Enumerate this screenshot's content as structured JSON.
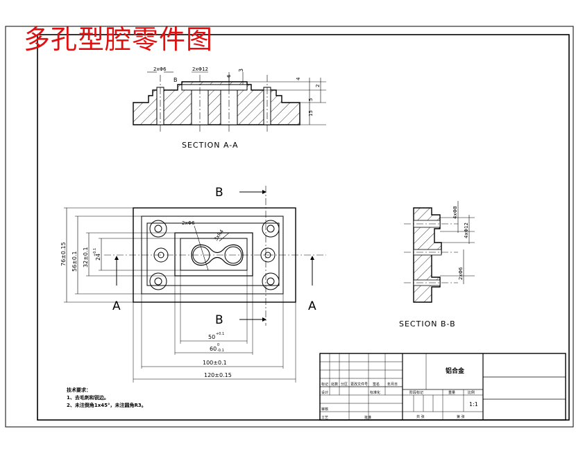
{
  "title": "多孔型腔零件图",
  "section_aa": {
    "label": "SECTION A-A",
    "dims": {
      "holes_small": "2xΦ6",
      "holes_large": "2xΦ12",
      "ref_letter": "B",
      "d6": "6",
      "d3": "3",
      "d4": "4",
      "d2": "2",
      "d5": "5",
      "d15": "15"
    }
  },
  "plan_view": {
    "section_b_top": "B",
    "section_b_bottom": "B",
    "section_a_left": "A",
    "section_a_right": "A",
    "callout_holes": "2xΦ6",
    "callout_radius": "3xR4",
    "dims": {
      "height_outer": "76±0.15",
      "height_holes": "56±0.1",
      "height_pocket": "32±0.1",
      "height_inner": "24",
      "height_inner_tol": "+0.1",
      "width_inner": "50",
      "width_inner_tol": "+0.1",
      "width_60": "60",
      "width_60_tol_top": "0",
      "width_60_tol_bottom": "-0.1",
      "width_100": "100±0.1",
      "width_120": "120±0.15"
    }
  },
  "section_bb": {
    "label": "SECTION B-B",
    "dims": {
      "holes_4": "4xΦ8",
      "holes_12": "4xΦ12",
      "holes_6": "2xΦ6"
    }
  },
  "technical_requirements": {
    "heading": "技术要求：",
    "line1": "1、去毛刺和锐边。",
    "line2": "2、未注倒角1x45°，未注圆角R3。"
  },
  "title_block": {
    "material": "铝合金",
    "label_scale": "1:1",
    "r1": "标记",
    "r2": "处数",
    "r3": "分区",
    "r4": "更改文件号",
    "r5": "签名",
    "r6": "年月日",
    "design": "设计",
    "standard": "标准化",
    "stage": "阶段标记",
    "weight": "重量",
    "ratio": "比例",
    "review": "审核",
    "process": "工艺",
    "approve": "批准",
    "sheets_a": "共 张",
    "sheets_b": "第 张"
  }
}
